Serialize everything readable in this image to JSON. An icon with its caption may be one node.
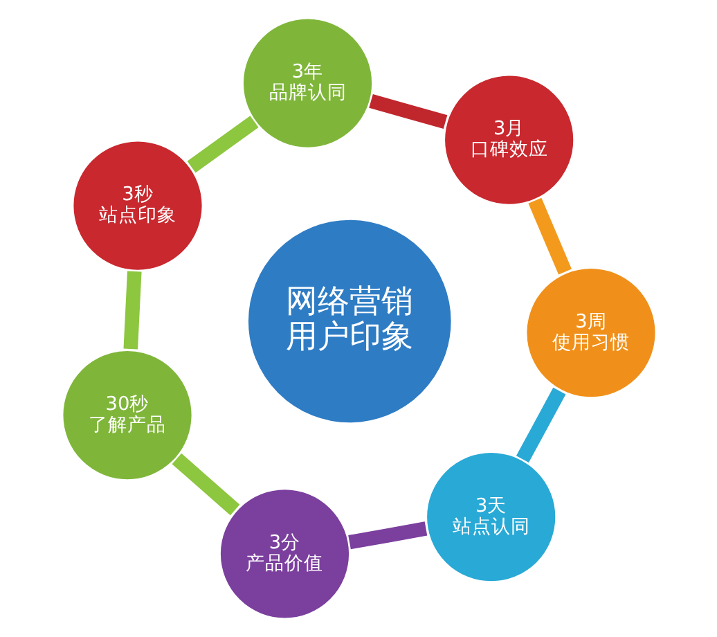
{
  "diagram": {
    "nodes": [
      {
        "text": [
          "3秒",
          "站点印象"
        ]
      },
      {
        "text": [
          "3年",
          "品牌认同"
        ]
      },
      {
        "text": [
          "30秒",
          "了解产品"
        ]
      },
      {
        "text": [
          "网络营销用户印象"
        ]
      },
      {
        "text": [
          "3月",
          "口碑效应"
        ]
      },
      {
        "text": [
          "3分",
          "产品价值"
        ]
      },
      {
        "text": [
          "3周",
          "使用习惯"
        ]
      },
      {
        "text": [
          "3天",
          "站点认同"
        ]
      }
    ],
    "edges": [
      {
        "from": 0,
        "to": 2,
        "arrow": "none",
        "color": "#8dc63f"
      },
      {
        "from": 2,
        "to": 5,
        "arrow": "none",
        "color": "#8dc63f"
      },
      {
        "from": 5,
        "to": 7,
        "arrow": "none",
        "color": "#7b3f9e"
      },
      {
        "from": 7,
        "to": 6,
        "arrow": "none",
        "color": "#29a9d6"
      },
      {
        "from": 6,
        "to": 4,
        "arrow": "none",
        "color": "#f39a1d"
      },
      {
        "from": 4,
        "to": 1,
        "arrow": "none",
        "color": "#c0272d"
      },
      {
        "from": 1,
        "to": 0,
        "arrow": "none",
        "color": "#8dc63f"
      }
    ]
  }
}
